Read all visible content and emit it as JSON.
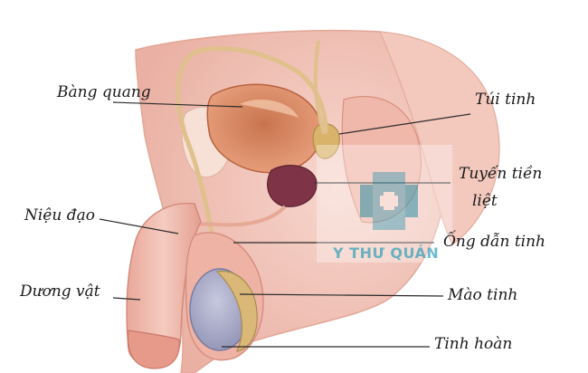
{
  "labels": {
    "bang_quang": "Bàng quang",
    "tui_tinh": "Túi tinh",
    "tuyen_tien_liet_line1": "Tuyến tiền",
    "tuyen_tien_liet_line2": "liệt",
    "nieu_dao": "Niệu đạo",
    "ong_dan_tinh": "Ống dẫn tinh",
    "duong_vat": "Dương vật",
    "mao_tinh": "Mào tinh",
    "tinh_hoan": "Tinh hoàn"
  },
  "watermark": {
    "text": "Y THƯ QUÁN",
    "icon": "medical-cross-icon",
    "color": "#2f9fb8"
  },
  "colors": {
    "skin": "#f2c3b7",
    "skin_shadow": "#d99182",
    "bladder": "#d98862",
    "prostate": "#7e3446",
    "seminal_vesicle": "#d9b36a",
    "testis": "#a4a6c4",
    "epididymis": "#d9b878",
    "duct": "#e0c08c",
    "leader_line": "#2a2a2a"
  }
}
